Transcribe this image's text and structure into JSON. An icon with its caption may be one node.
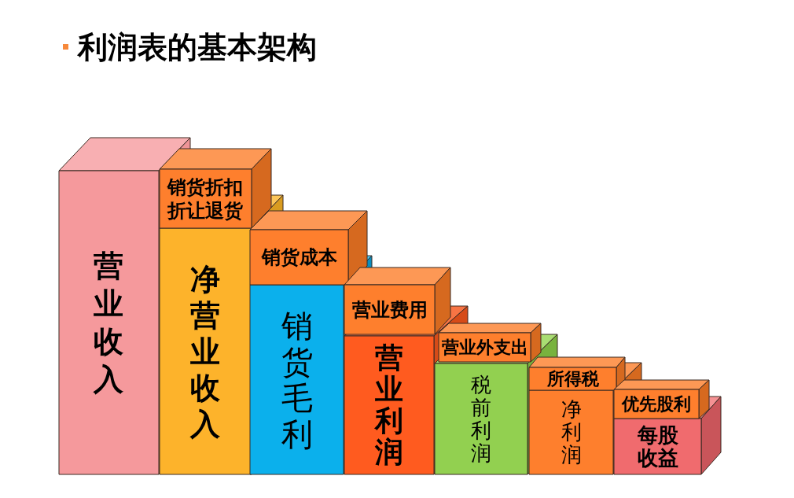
{
  "diagram": {
    "title": "利润表的基本架构",
    "nodes": [
      {
        "text": [
          "营业收入"
        ]
      },
      {
        "text": [
          "销货折扣折让退货"
        ]
      },
      {
        "text": [
          "净营业收入"
        ]
      },
      {
        "text": [
          "销货成本"
        ]
      },
      {
        "text": [
          "销货毛利"
        ]
      },
      {
        "text": [
          "营业费用"
        ]
      },
      {
        "text": [
          "营业利润"
        ]
      },
      {
        "text": [
          "营业外支出"
        ]
      },
      {
        "text": [
          "税前利润"
        ]
      },
      {
        "text": [
          "所得税"
        ]
      },
      {
        "text": [
          "净利润"
        ]
      },
      {
        "text": [
          "优先股利"
        ]
      },
      {
        "text": [
          "每股收益"
        ]
      }
    ]
  }
}
